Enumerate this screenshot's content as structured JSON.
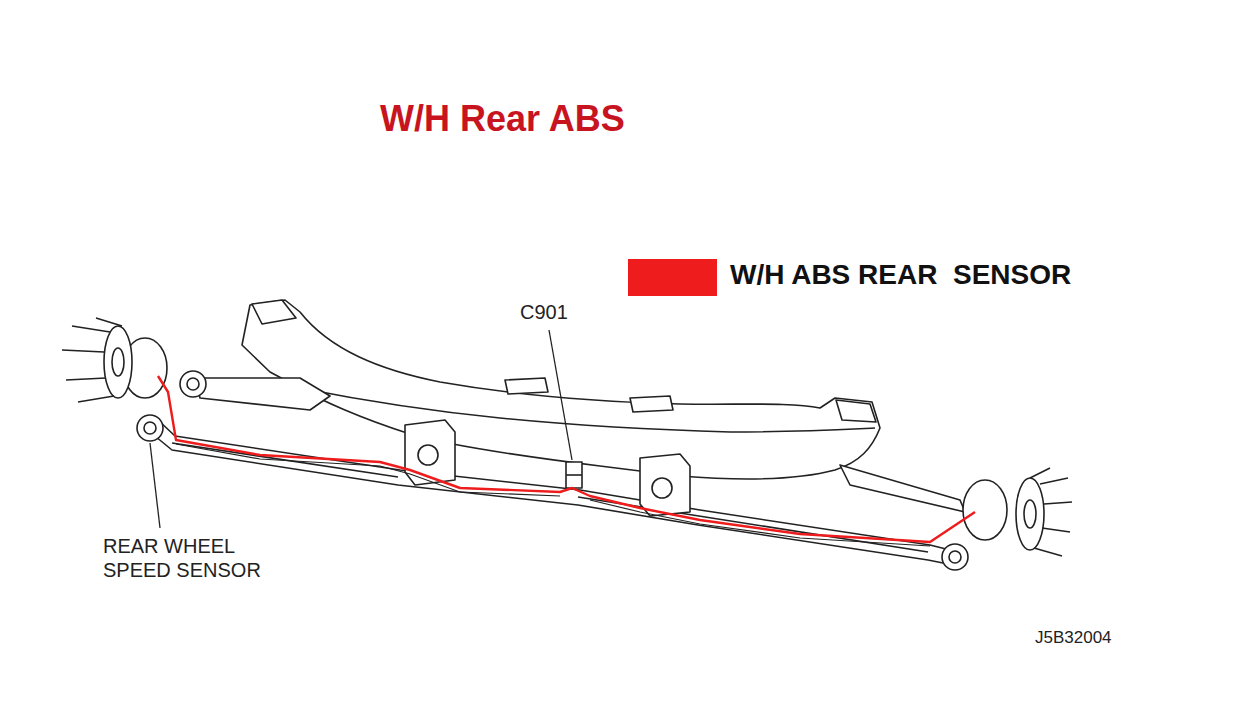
{
  "diagram": {
    "title": "W/H Rear ABS",
    "labels": [
      "C901",
      "REAR WHEEL SPEED SENSOR",
      "J5B32004"
    ],
    "legend": [
      {
        "text": "W/H ABS REAR  SENSOR",
        "color": "#ee1c1c"
      }
    ]
  }
}
